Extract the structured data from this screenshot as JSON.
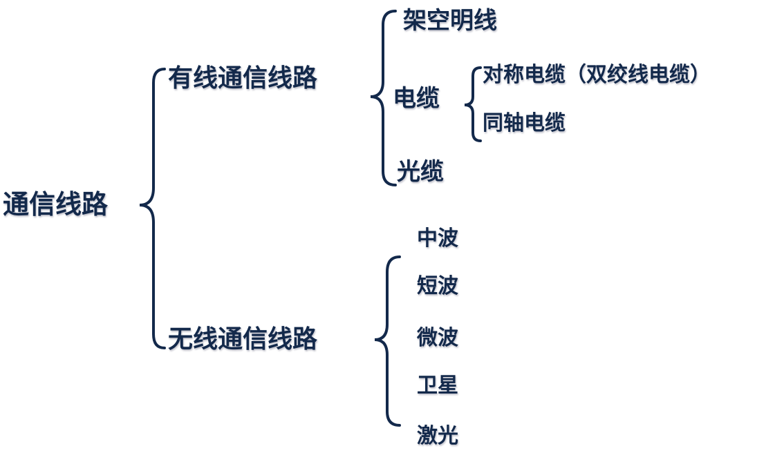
{
  "diagram": {
    "root": "通信线路",
    "wired": {
      "label": "有线通信线路",
      "items": {
        "overhead": "架空明线",
        "cable": {
          "label": "电缆",
          "items": [
            "对称电缆（双绞线电缆）",
            "同轴电缆"
          ]
        },
        "fiber": "光缆"
      }
    },
    "wireless": {
      "label": "无线通信线路",
      "items": [
        "中波",
        "短波",
        "微波",
        "卫星",
        "激光"
      ]
    }
  },
  "colors": {
    "text": "#13294b",
    "brace": "#13294b",
    "background": "#ffffff"
  }
}
